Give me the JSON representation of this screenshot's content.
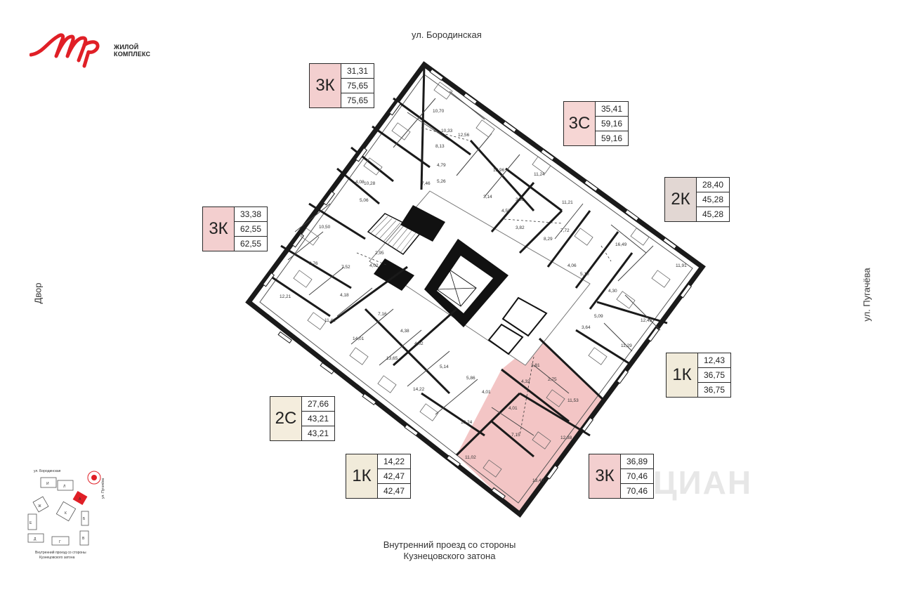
{
  "logo": {
    "script": "Мир",
    "line1": "ЖИЛОЙ",
    "line2": "КОМПЛЕКС"
  },
  "streets": {
    "top": "ул. Бородинская",
    "left": "Двор",
    "right": "ул. Пугачёва",
    "bottom_line1": "Внутренний проезд со стороны",
    "bottom_line2": "Кузнецовского затона"
  },
  "cards": [
    {
      "type": "3К",
      "v1": "31,31",
      "v2": "75,65",
      "v3": "75,65",
      "color": "#f3cfcf"
    },
    {
      "type": "3С",
      "v1": "35,41",
      "v2": "59,16",
      "v3": "59,16",
      "color": "#f6d6d4"
    },
    {
      "type": "2К",
      "v1": "28,40",
      "v2": "45,28",
      "v3": "45,28",
      "color": "#e2d7d3"
    },
    {
      "type": "3К",
      "v1": "33,38",
      "v2": "62,55",
      "v3": "62,55",
      "color": "#f3cfcf"
    },
    {
      "type": "1К",
      "v1": "12,43",
      "v2": "36,75",
      "v3": "36,75",
      "color": "#f1ebda"
    },
    {
      "type": "2С",
      "v1": "27,66",
      "v2": "43,21",
      "v3": "43,21",
      "color": "#f4eddd"
    },
    {
      "type": "1К",
      "v1": "14,22",
      "v2": "42,47",
      "v3": "42,47",
      "color": "#f1ebda"
    },
    {
      "type": "3К",
      "v1": "36,89",
      "v2": "70,46",
      "v3": "70,46",
      "color": "#f3cfcf"
    }
  ],
  "room_areas": [
    "10,70",
    "10,33",
    "12,56",
    "8,13",
    "4,79",
    "7,46",
    "5,26",
    "10,28",
    "4,08",
    "5,06",
    "12,96",
    "11,24",
    "3,14",
    "4,58",
    "3,92",
    "3,82",
    "11,21",
    "8,29",
    "7,72",
    "16,49",
    "10,50",
    "9,76",
    "2,95",
    "7,52",
    "4,02",
    "4,06",
    "5,10",
    "11,91",
    "4,30",
    "12,21",
    "4,18",
    "11,41",
    "7,16",
    "4,38",
    "14,01",
    "4,02",
    "13,65",
    "5,14",
    "5,09",
    "3,64",
    "12,43",
    "11,29",
    "3,81",
    "4,32",
    "2,75",
    "11,53",
    "14,22",
    "5,86",
    "4,01",
    "4,01",
    "13,24",
    "7,15",
    "12,38",
    "11,02",
    "13,49"
  ],
  "keyplan": {
    "street_top": "ул. Бородинская",
    "street_right": "ул. Пугачёва",
    "caption_line1": "Внутренний проезд со стороны",
    "caption_line2": "Кузнецовского затона",
    "letters": [
      "И",
      "Л",
      "А",
      "Ж",
      "К",
      "Б",
      "Е",
      "Д",
      "Г",
      "В"
    ]
  },
  "watermark": "ЦИАН",
  "colors": {
    "brand": "#e01f26",
    "highlight": "#f3c5c5"
  }
}
